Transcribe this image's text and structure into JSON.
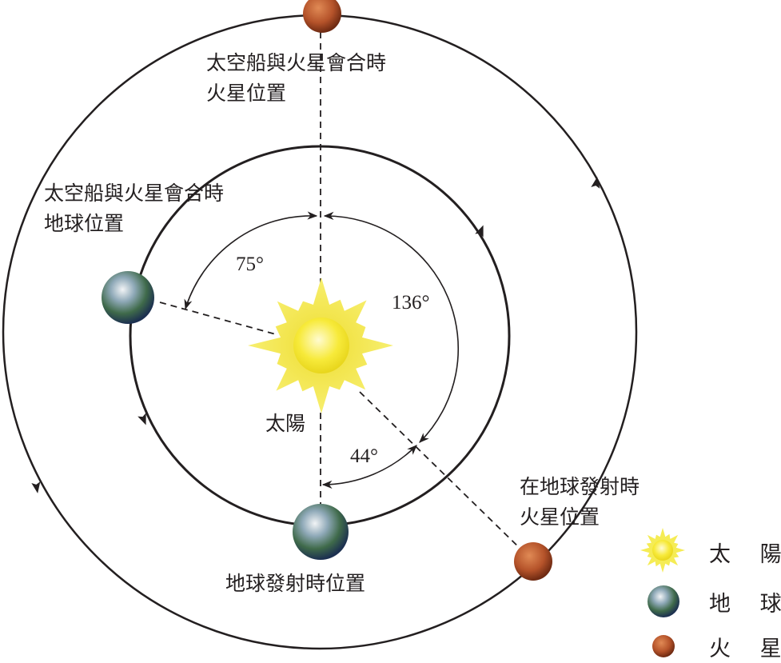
{
  "labels": {
    "mars_at_meet": [
      "太空船與火星會合時",
      "火星位置"
    ],
    "earth_at_meet": [
      "太空船與火星會合時",
      "地球位置"
    ],
    "sun": "太陽",
    "earth_at_launch": "地球發射時位置",
    "mars_at_launch": [
      "在地球發射時",
      "火星位置"
    ]
  },
  "angles": {
    "a75": "75°",
    "a136": "136°",
    "a44": "44°"
  },
  "legend": [
    {
      "icon": "sun-icon",
      "label": "太 陽"
    },
    {
      "icon": "earth-icon",
      "label": "地 球"
    },
    {
      "icon": "mars-icon",
      "label": "火 星"
    }
  ],
  "colors": {
    "sun": "#f5e63a",
    "earth": "#4a6fa5",
    "mars": "#b5532a",
    "line": "#231f20"
  }
}
